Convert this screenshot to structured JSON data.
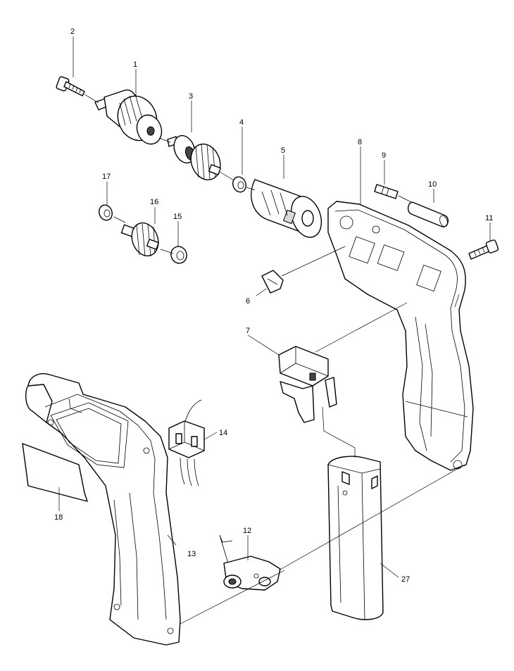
{
  "labels": {
    "p1": "1",
    "p2": "2",
    "p3": "3",
    "p4": "4",
    "p5": "5",
    "p6": "6",
    "p7": "7",
    "p8": "8",
    "p9": "9",
    "p10": "10",
    "p11": "11",
    "p12": "12",
    "p13": "13",
    "p14": "14",
    "p15": "15",
    "p16": "16",
    "p17": "17",
    "p18": "18",
    "p27": "27"
  }
}
